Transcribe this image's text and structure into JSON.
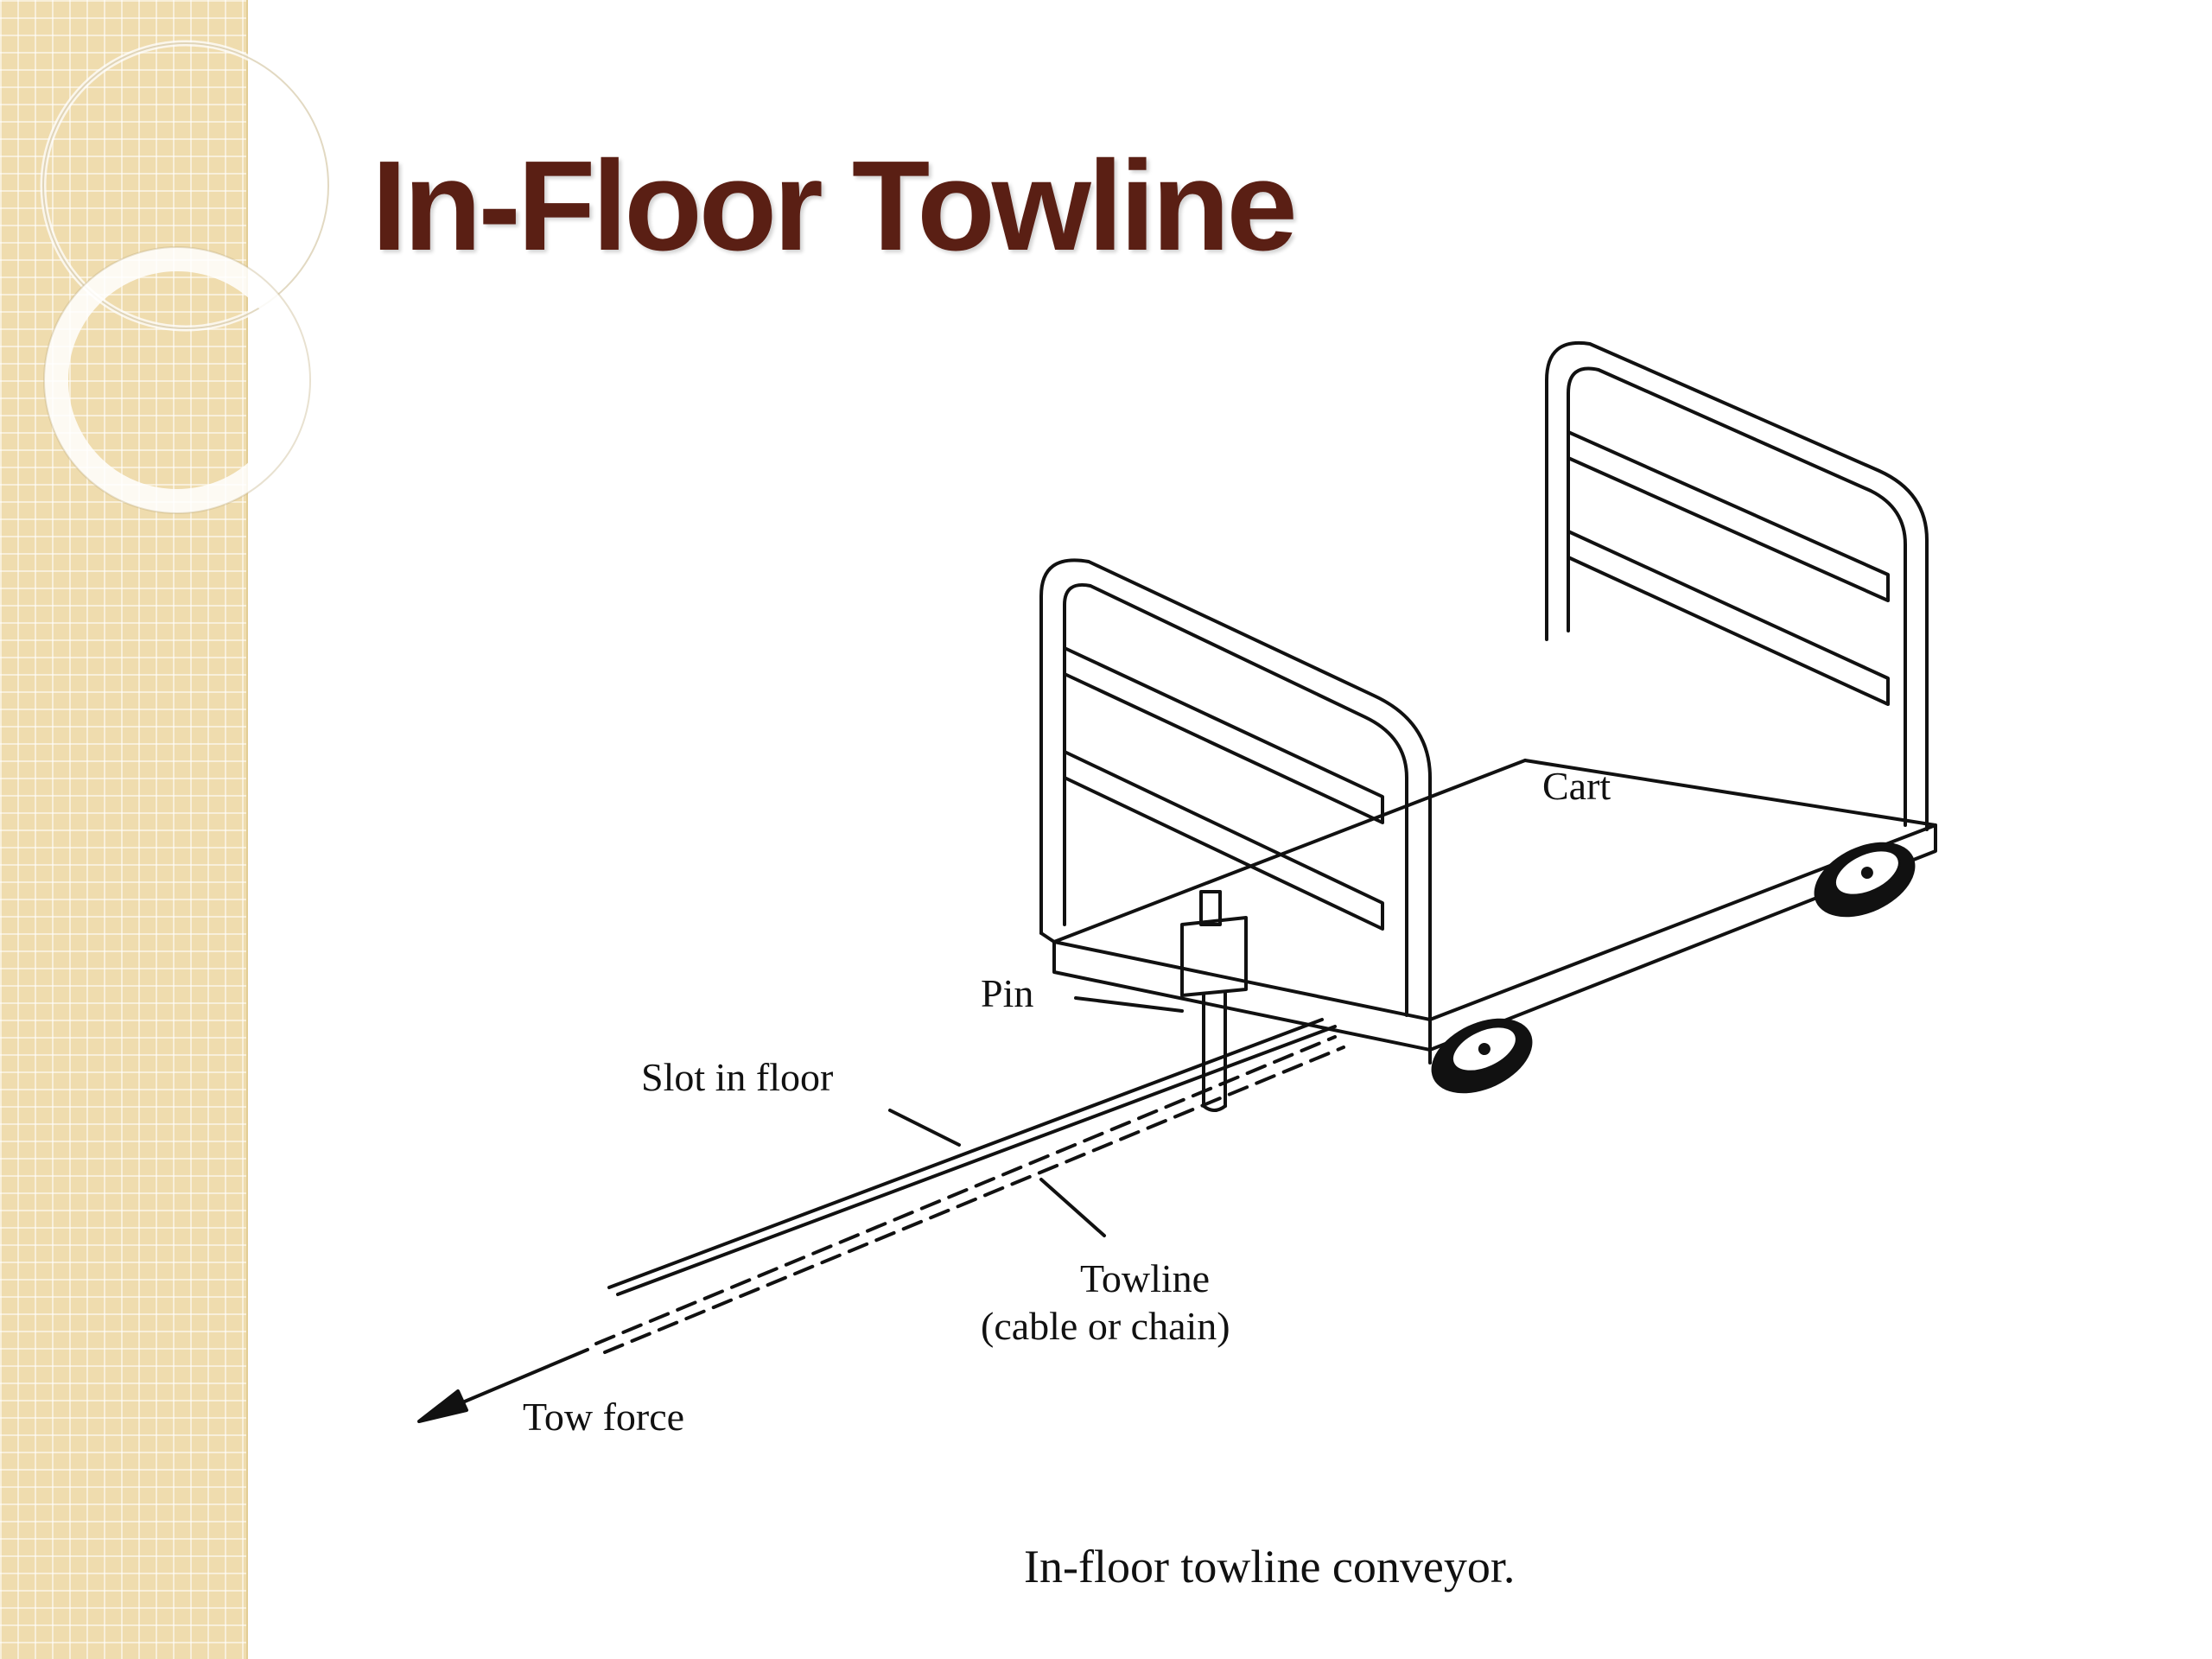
{
  "slide": {
    "title": "In-Floor Towline"
  },
  "figure": {
    "labels": {
      "cart": "Cart",
      "pin": "Pin",
      "slot": "Slot in floor",
      "towline_line1": "Towline",
      "towline_line2": "(cable or chain)",
      "tow_force": "Tow force"
    },
    "caption": "In-floor towline conveyor."
  },
  "colors": {
    "title": "#5a1f14",
    "panel": "#efdcae",
    "line": "#111111"
  }
}
